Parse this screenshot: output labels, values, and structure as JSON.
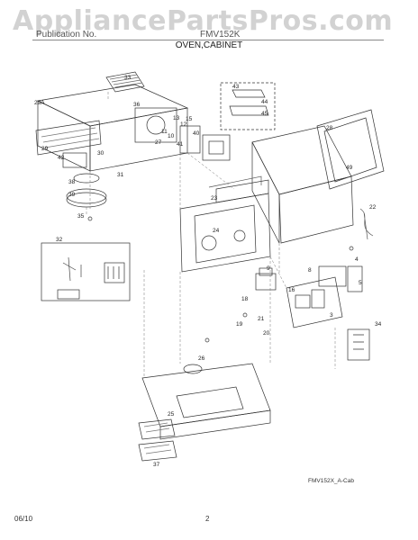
{
  "watermark": "AppliancePartsPros.com",
  "header": {
    "publication": "Publication No.",
    "model": "FMV152K",
    "section_title": "OVEN,CABINET"
  },
  "callouts": [
    "33",
    "29A",
    "29",
    "30",
    "36",
    "13",
    "12",
    "15",
    "11",
    "10",
    "27",
    "40",
    "41",
    "42",
    "43",
    "44",
    "45",
    "28",
    "31",
    "38",
    "39",
    "35",
    "32",
    "23",
    "49",
    "22",
    "34",
    "24",
    "9",
    "16",
    "18",
    "19",
    "21",
    "20",
    "4",
    "8",
    "5",
    "3",
    "26",
    "25",
    "37"
  ],
  "drawing_code": "FMV152X_A-Cab",
  "footer": {
    "date": "06/10",
    "page": "2"
  }
}
